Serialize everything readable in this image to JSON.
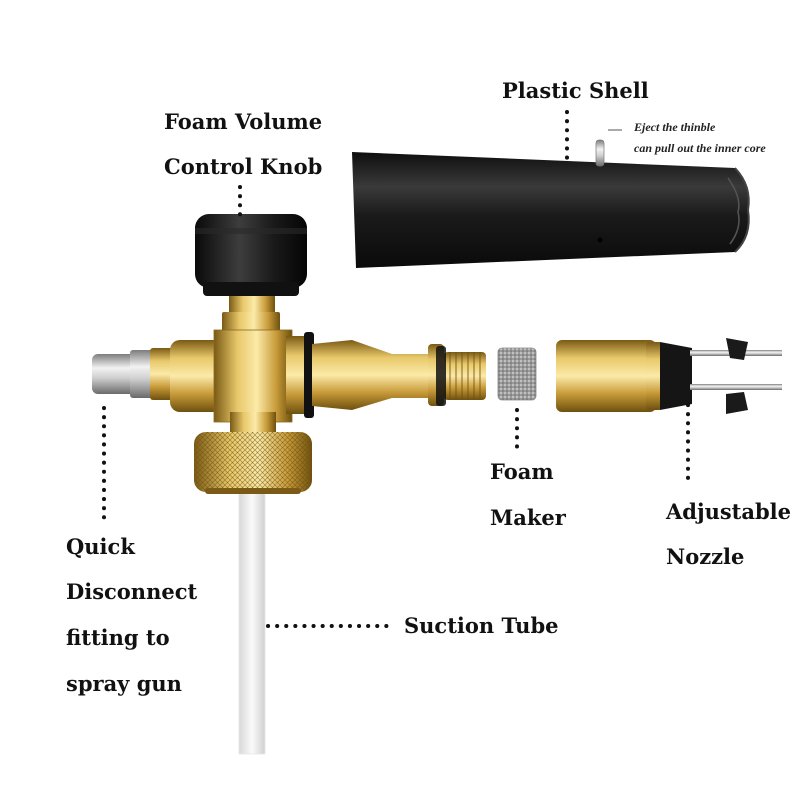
{
  "labels": {
    "plastic_shell": "Plastic Shell",
    "eject_note_1": "Eject the thinble",
    "eject_note_2": "can pull out the inner core",
    "foam_volume_1": "Foam Volume",
    "foam_volume_2": "Control Knob",
    "foam_maker_1": "Foam",
    "foam_maker_2": "Maker",
    "adjustable_1": "Adjustable",
    "adjustable_2": "Nozzle",
    "quick_1": "Quick",
    "quick_2": "Disconnect",
    "quick_3": "fitting to",
    "quick_4": "spray gun",
    "suction_tube": "Suction Tube"
  },
  "colors": {
    "brass": "#c9a040",
    "brass_dark": "#8a6a1e",
    "brass_light": "#f1d98a",
    "black_plastic": "#1c1c1c",
    "steel": "#c8c8c8",
    "tube": "#eeeeee"
  }
}
